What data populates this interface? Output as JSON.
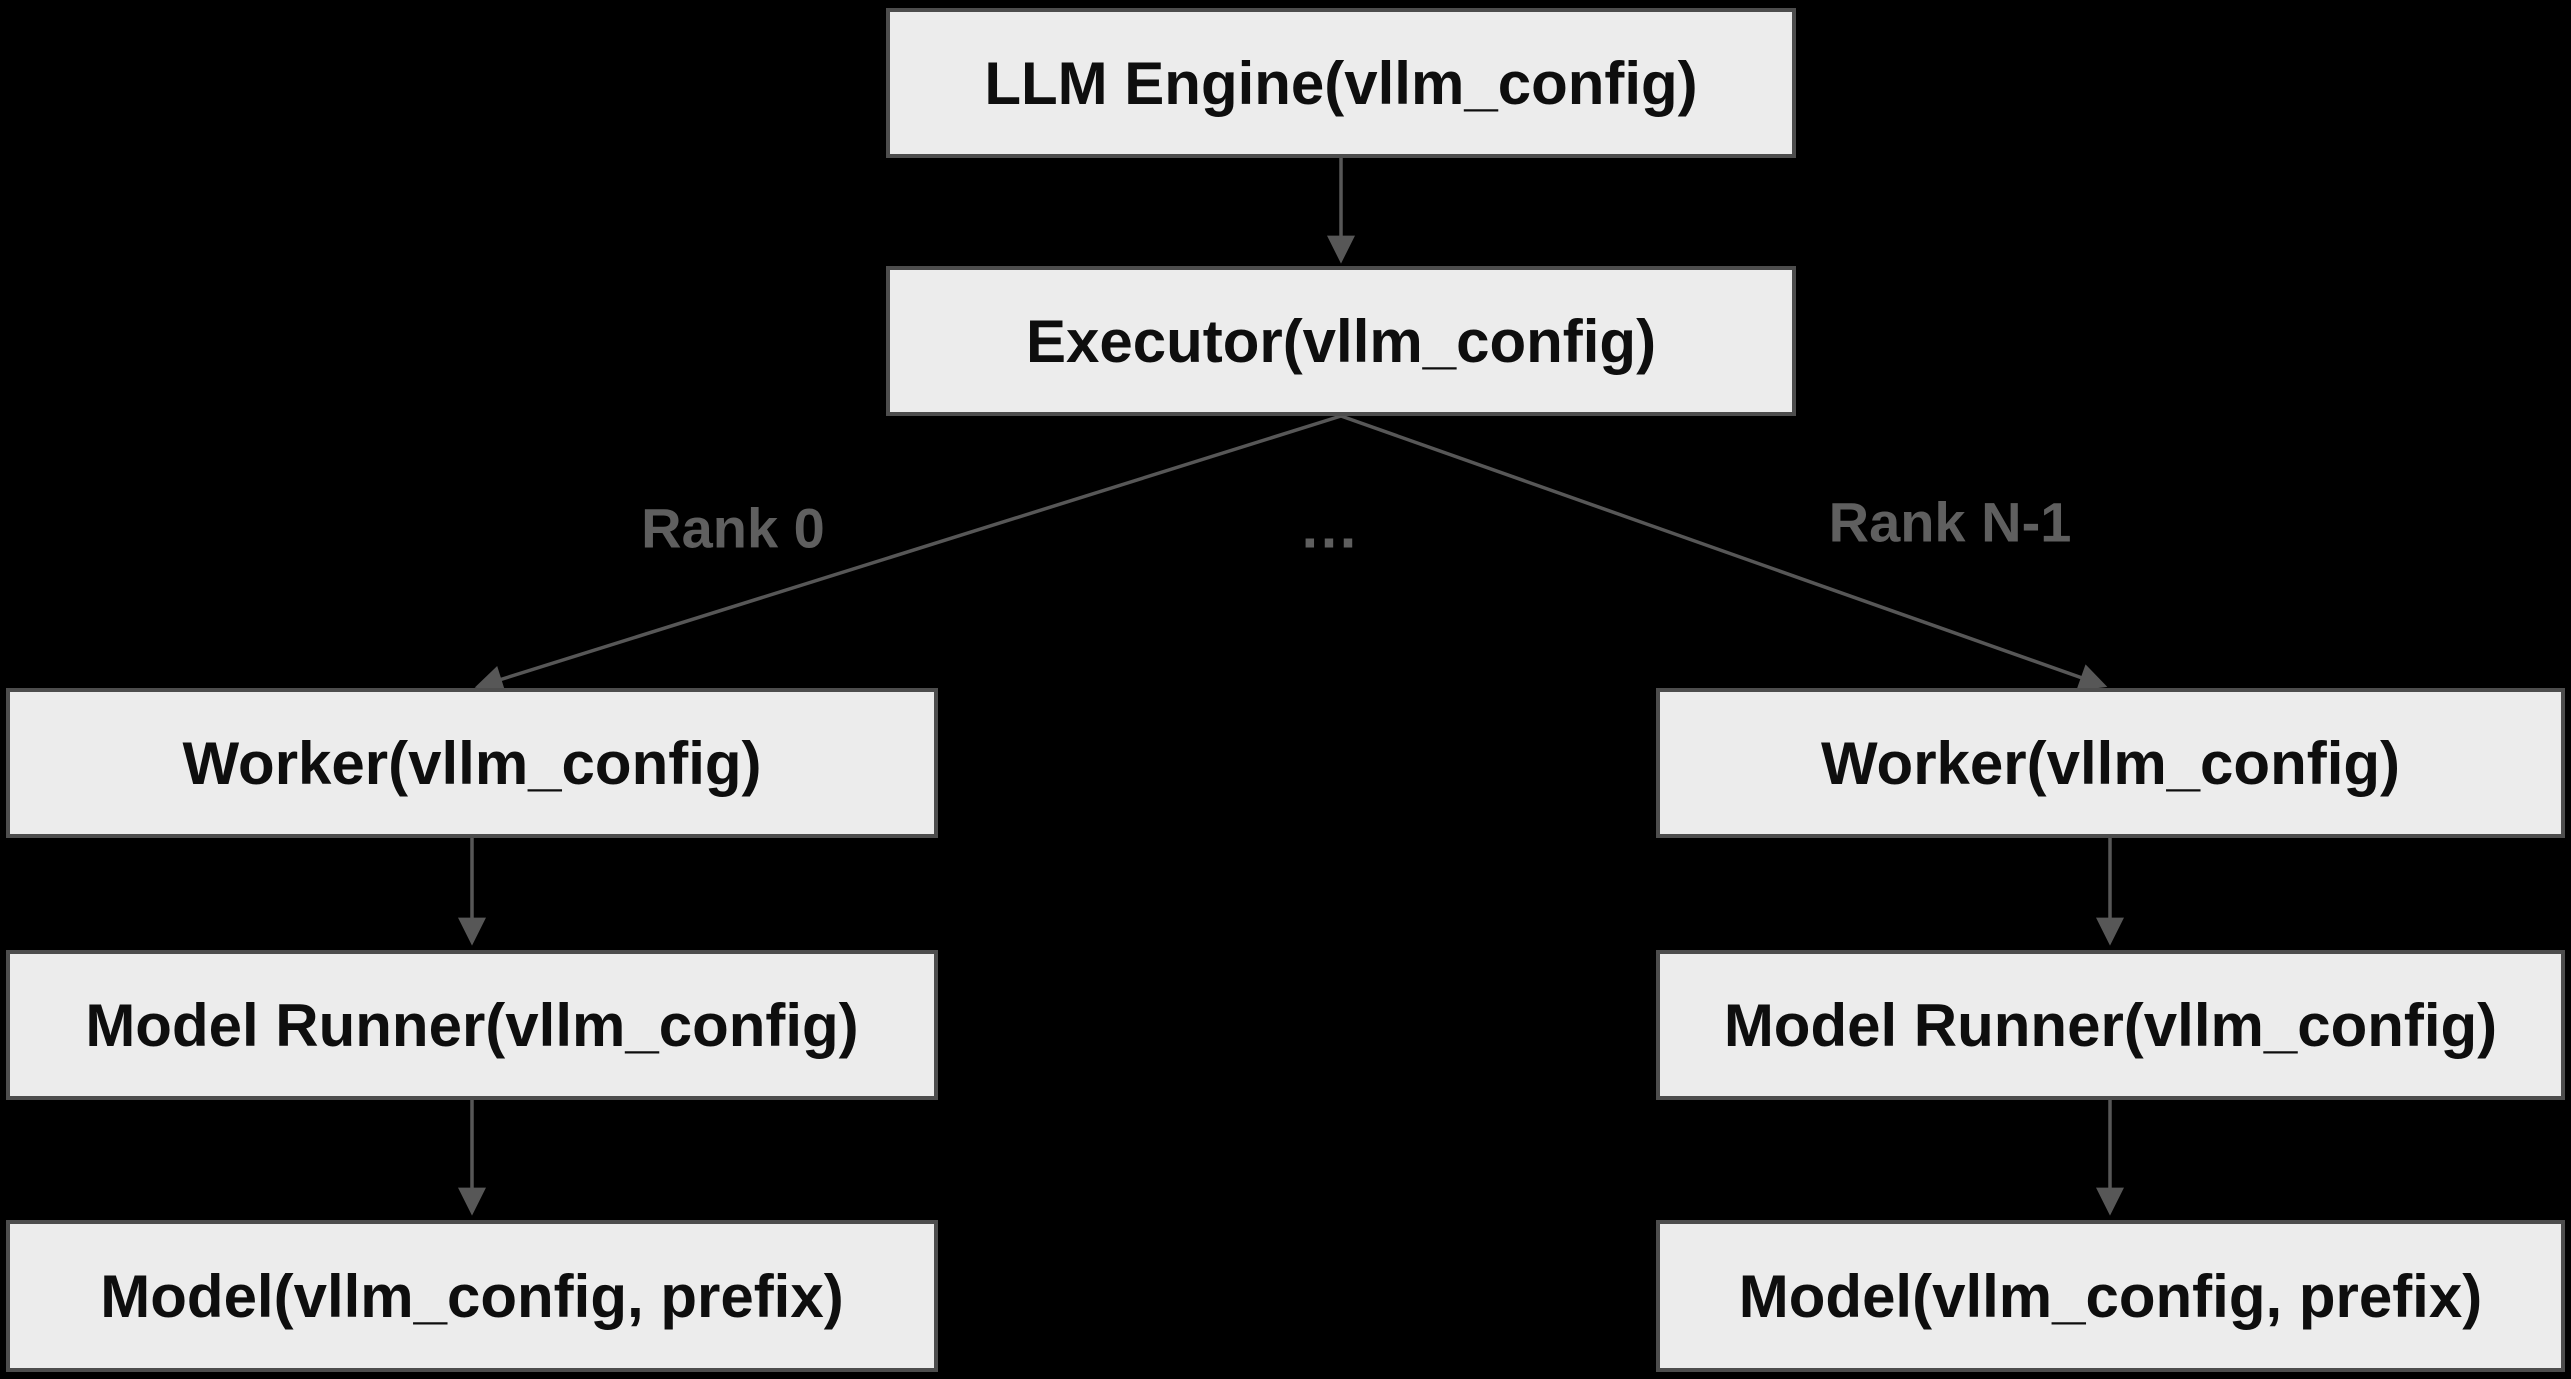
{
  "diagram": {
    "colors": {
      "background": "#000000",
      "boxFill": "#ececec",
      "boxBorder": "#4d4d4d",
      "line": "#575757",
      "labelColor": "#5f5f5f",
      "textColor": "#0e0e0e"
    },
    "nodes": {
      "llm_engine": {
        "label": "LLM Engine(vllm_config)"
      },
      "executor": {
        "label": "Executor(vllm_config)"
      },
      "worker_left": {
        "label": "Worker(vllm_config)"
      },
      "model_runner_left": {
        "label": "Model Runner(vllm_config)"
      },
      "model_left": {
        "label": "Model(vllm_config, prefix)"
      },
      "worker_right": {
        "label": "Worker(vllm_config)"
      },
      "model_runner_right": {
        "label": "Model Runner(vllm_config)"
      },
      "model_right": {
        "label": "Model(vllm_config, prefix)"
      }
    },
    "edge_labels": {
      "rank_0": "Rank 0",
      "ellipsis": "…",
      "rank_n": "Rank N-1"
    }
  }
}
